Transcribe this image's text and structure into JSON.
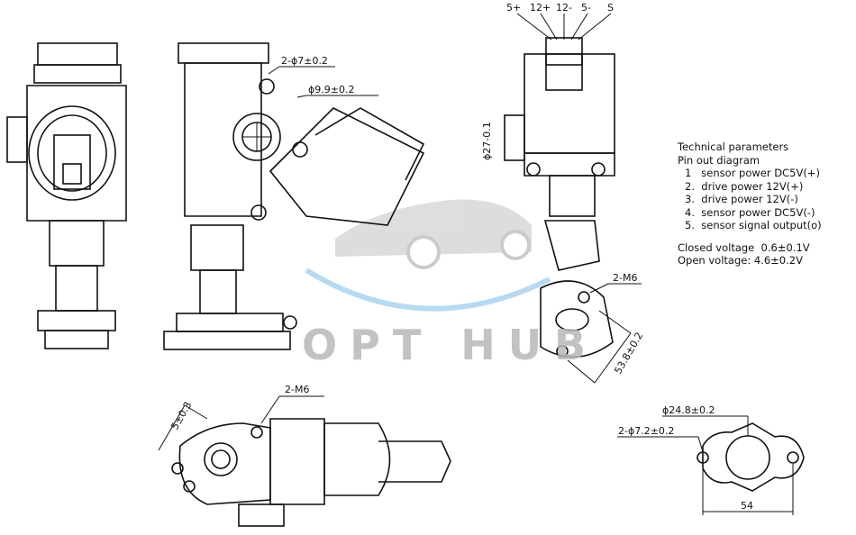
{
  "pin_labels": [
    "5+",
    "12+",
    "12-",
    "5-",
    "S"
  ],
  "dimensions": {
    "side_holes": "2-ϕ7±0.2",
    "side_bore": "ϕ9.9±0.2",
    "right_dia": "ϕ27-0.1",
    "right_thread": "2-M6",
    "right_span": "53.8±0.2",
    "bottom_offset": "5±0.3",
    "bottom_thread": "2-M6",
    "flange_bore": "ϕ24.8±0.2",
    "flange_holes": "2-ϕ7.2±0.2",
    "flange_span": "54"
  },
  "technical": {
    "title": "Technical parameters",
    "subtitle": "Pin out diagram",
    "pins": [
      "1   sensor power DC5V(+)",
      "2.  drive power 12V(+)",
      "3.  drive power 12V(-)",
      "4.  sensor power DC5V(-)",
      "5.  sensor signal output(o)"
    ],
    "closed_voltage": "Closed voltage  0.6±0.1V",
    "open_voltage": "Open voltage: 4.6±0.2V"
  },
  "watermark": "OPT HUB",
  "colors": {
    "line": "#111111",
    "watermark": "#b8b8b8",
    "swoosh": "#6fb6e8"
  }
}
